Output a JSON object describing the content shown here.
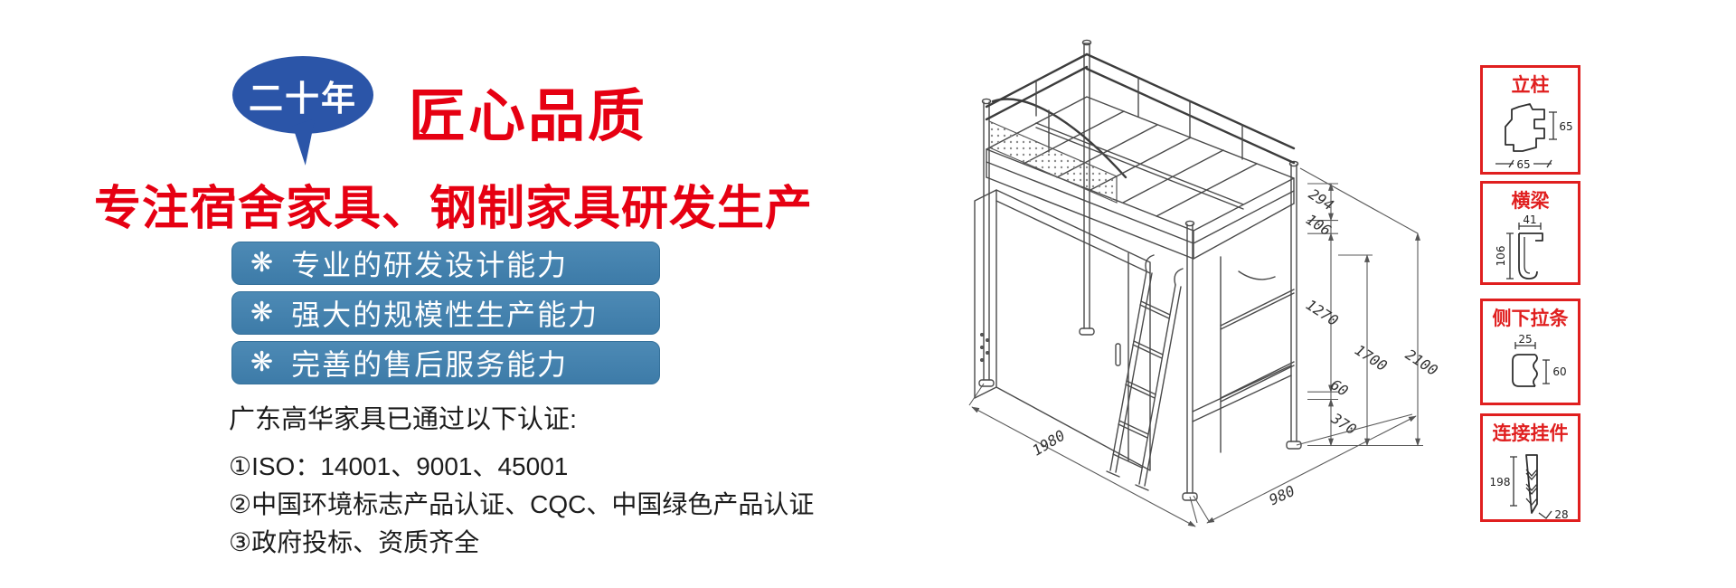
{
  "banner": {
    "badge_label": "二十年",
    "headline": "匠心品质",
    "slogan": "专注宿舍家具、钢制家具研发生产",
    "features": [
      {
        "icon": "❋",
        "label": "专业的研发设计能力"
      },
      {
        "icon": "❋",
        "label": "强大的规模性生产能力"
      },
      {
        "icon": "❋",
        "label": "完善的售后服务能力"
      }
    ],
    "cert_intro": "广东高华家具已通过以下认证:",
    "cert_items": [
      "①ISO：14001、9001、45001",
      "②中国环境标志产品认证、CQC、中国绿色产品认证",
      "③政府投标、资质齐全"
    ]
  },
  "colors": {
    "headline_red": "#e60012",
    "badge_blue": "#2b55a8",
    "feature_bar_blue": "#4080ae",
    "profile_box_red": "#e01f1f",
    "drawing_line": "#4a4a4a"
  },
  "diagram": {
    "subject": "loft-bed-technical-drawing",
    "height_dims": [
      "294",
      "106",
      "1270",
      "1700",
      "2100",
      "60",
      "370"
    ],
    "floor_dims": {
      "length": "1980",
      "depth": "980"
    }
  },
  "profiles": [
    {
      "title": "立柱",
      "dim_a": "65",
      "dim_b": "65"
    },
    {
      "title": "横梁",
      "dim_a": "41",
      "dim_b": "106"
    },
    {
      "title": "侧下拉条",
      "dim_a": "25",
      "dim_b": "60"
    },
    {
      "title": "连接挂件",
      "dim_a": "198",
      "dim_b": "28"
    }
  ]
}
